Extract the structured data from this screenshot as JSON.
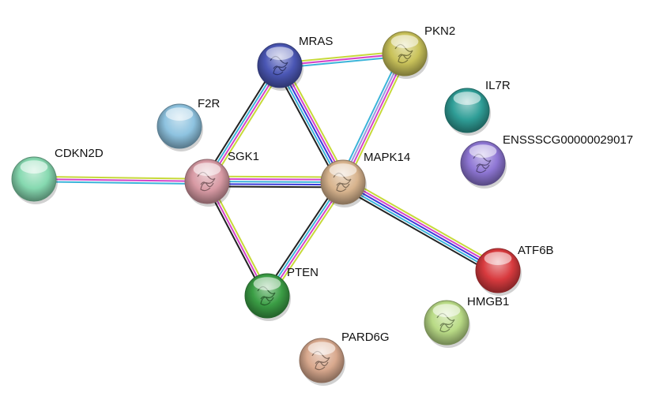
{
  "nodes": [
    {
      "id": "MRAS",
      "label": "MRAS",
      "color": "#4b57b5",
      "has_structure": true
    },
    {
      "id": "PKN2",
      "label": "PKN2",
      "color": "#c9c25a",
      "has_structure": true
    },
    {
      "id": "IL7R",
      "label": "IL7R",
      "color": "#2f9e97",
      "has_structure": false
    },
    {
      "id": "F2R",
      "label": "F2R",
      "color": "#8ec3e0",
      "has_structure": false
    },
    {
      "id": "ENSSSCG00000029017",
      "label": "ENSSSCG00000029017",
      "color": "#8e76d4",
      "has_structure": true
    },
    {
      "id": "CDKN2D",
      "label": "CDKN2D",
      "color": "#86d9b0",
      "has_structure": false
    },
    {
      "id": "SGK1",
      "label": "SGK1",
      "color": "#d89aa4",
      "has_structure": true
    },
    {
      "id": "MAPK14",
      "label": "MAPK14",
      "color": "#d8b48e",
      "has_structure": true
    },
    {
      "id": "ATF6B",
      "label": "ATF6B",
      "color": "#d83a3e",
      "has_structure": false
    },
    {
      "id": "PTEN",
      "label": "PTEN",
      "color": "#3b9e45",
      "has_structure": true
    },
    {
      "id": "HMGB1",
      "label": "HMGB1",
      "color": "#b9db86",
      "has_structure": true
    },
    {
      "id": "PARD6G",
      "label": "PARD6G",
      "color": "#d9a98e",
      "has_structure": true
    }
  ],
  "edges": [
    {
      "source": "MRAS",
      "target": "PKN2",
      "evidence": [
        "#c7d93a",
        "#d544c9",
        "#3bb4d9"
      ]
    },
    {
      "source": "MRAS",
      "target": "SGK1",
      "evidence": [
        "#c7d93a",
        "#d544c9",
        "#3bb4d9",
        "#222222"
      ]
    },
    {
      "source": "MRAS",
      "target": "MAPK14",
      "evidence": [
        "#c7d93a",
        "#d544c9",
        "#3b3bd9",
        "#3bb4d9",
        "#222222"
      ]
    },
    {
      "source": "PKN2",
      "target": "MAPK14",
      "evidence": [
        "#c7d93a",
        "#d544c9",
        "#9a9ae0",
        "#3bb4d9"
      ]
    },
    {
      "source": "CDKN2D",
      "target": "SGK1",
      "evidence": [
        "#c7d93a",
        "#d544c9",
        "#3bb4d9"
      ]
    },
    {
      "source": "SGK1",
      "target": "MAPK14",
      "evidence": [
        "#c7d93a",
        "#d544c9",
        "#3bb4d9",
        "#3b3bd9",
        "#222222"
      ]
    },
    {
      "source": "SGK1",
      "target": "PTEN",
      "evidence": [
        "#c7d93a",
        "#d544c9",
        "#222222"
      ]
    },
    {
      "source": "MAPK14",
      "target": "PTEN",
      "evidence": [
        "#c7d93a",
        "#d544c9",
        "#3bb4d9",
        "#222222"
      ]
    },
    {
      "source": "MAPK14",
      "target": "ATF6B",
      "evidence": [
        "#c7d93a",
        "#d544c9",
        "#3b3bd9",
        "#3bb4d9",
        "#222222"
      ]
    }
  ]
}
